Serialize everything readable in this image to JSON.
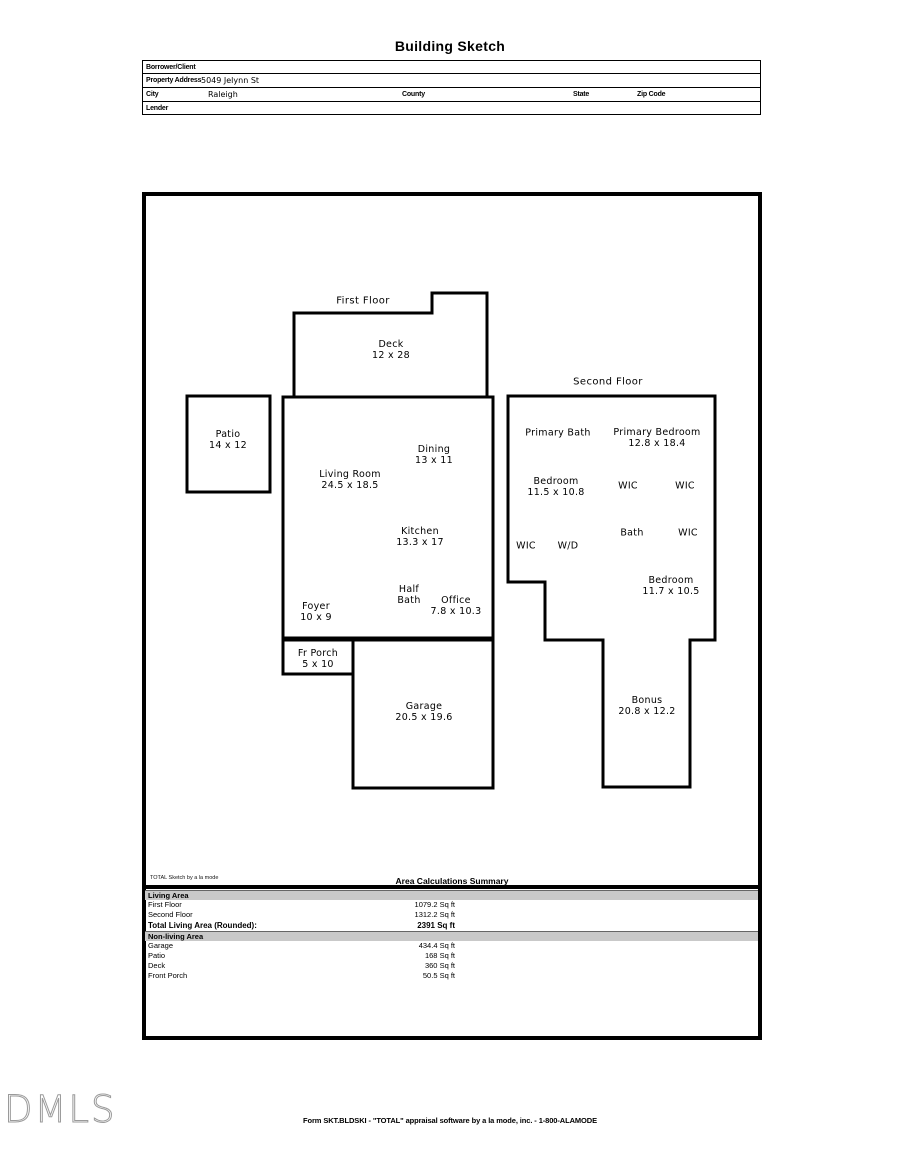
{
  "title": "Building Sketch",
  "form": {
    "borrower_label": "Borrower/Client",
    "property_address_label": "Property Address",
    "property_address_value": "5049 Jelynn St",
    "city_label": "City",
    "city_value": "Raleigh",
    "county_label": "County",
    "state_label": "State",
    "zip_label": "Zip Code",
    "lender_label": "Lender"
  },
  "sketch": {
    "first_floor_section_label": "First Floor",
    "second_floor_section_label": "Second Floor",
    "rooms": [
      {
        "id": "deck",
        "line1": "Deck",
        "line2": "12 x 28"
      },
      {
        "id": "patio",
        "line1": "Patio",
        "line2": "14 x 12"
      },
      {
        "id": "living-room",
        "line1": "Living Room",
        "line2": "24.5 x 18.5"
      },
      {
        "id": "dining",
        "line1": "Dining",
        "line2": "13 x 11"
      },
      {
        "id": "kitchen",
        "line1": "Kitchen",
        "line2": "13.3 x 17"
      },
      {
        "id": "half-bath",
        "line1": "Half",
        "line2": "Bath"
      },
      {
        "id": "office",
        "line1": "Office",
        "line2": "7.8 x 10.3"
      },
      {
        "id": "foyer",
        "line1": "Foyer",
        "line2": "10 x 9"
      },
      {
        "id": "fr-porch",
        "line1": "Fr Porch",
        "line2": "5 x 10"
      },
      {
        "id": "garage",
        "line1": "Garage",
        "line2": "20.5 x 19.6"
      },
      {
        "id": "primary-bath",
        "line1": "Primary Bath",
        "line2": ""
      },
      {
        "id": "primary-bedroom",
        "line1": "Primary Bedroom",
        "line2": "12.8 x 18.4"
      },
      {
        "id": "bedroom-1",
        "line1": "Bedroom",
        "line2": "11.5 x 10.8"
      },
      {
        "id": "wic-1",
        "line1": "WIC",
        "line2": ""
      },
      {
        "id": "wic-2",
        "line1": "WIC",
        "line2": ""
      },
      {
        "id": "bath",
        "line1": "Bath",
        "line2": ""
      },
      {
        "id": "wic-3",
        "line1": "WIC",
        "line2": ""
      },
      {
        "id": "wic-4",
        "line1": "WIC",
        "line2": ""
      },
      {
        "id": "wd",
        "line1": "W/D",
        "line2": ""
      },
      {
        "id": "bedroom-2",
        "line1": "Bedroom",
        "line2": "11.7 x 10.5"
      },
      {
        "id": "bonus",
        "line1": "Bonus",
        "line2": "20.8 x 12.2"
      }
    ]
  },
  "summary": {
    "brand_note": "TOTAL Sketch by a la mode",
    "title": "Area Calculations Summary",
    "living_header": "Living Area",
    "living_rows": [
      {
        "label": "First Floor",
        "value": "1079.2 Sq ft"
      },
      {
        "label": "Second Floor",
        "value": "1312.2 Sq ft"
      }
    ],
    "total_label": "Total Living Area (Rounded):",
    "total_value": "2391 Sq ft",
    "nonliving_header": "Non-living Area",
    "nonliving_rows": [
      {
        "label": "Garage",
        "value": "434.4 Sq ft"
      },
      {
        "label": "Patio",
        "value": "168 Sq ft"
      },
      {
        "label": "Deck",
        "value": "360 Sq ft"
      },
      {
        "label": "Front Porch",
        "value": "50.5 Sq ft"
      }
    ]
  },
  "footer": {
    "text": "Form SKT.BLDSKI - \"TOTAL\" appraisal software by a la mode, inc. - 1-800-ALAMODE"
  },
  "watermark": "DMLS",
  "colors": {
    "wall": "#000000",
    "band_gray": "#c9c9c9",
    "watermark_gray": "#9a9a9a"
  }
}
